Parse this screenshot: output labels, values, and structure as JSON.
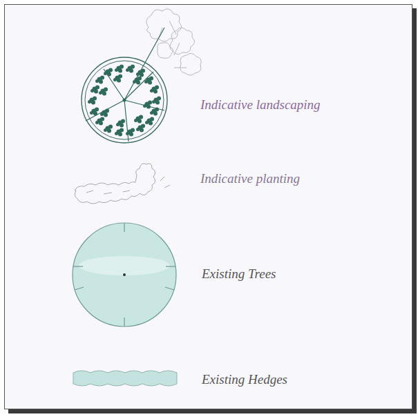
{
  "diagram": {
    "legend": [
      {
        "text": "Indicative landscaping"
      },
      {
        "text": "Indicative planting"
      },
      {
        "text": "Existing Trees"
      },
      {
        "text": "Existing Hedges"
      }
    ]
  }
}
